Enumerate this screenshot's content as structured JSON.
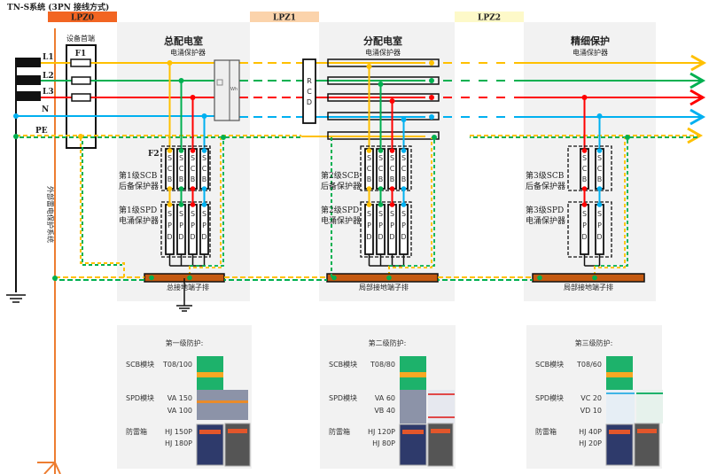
{
  "title": "TN-S系统  (3PN 接线方式)",
  "zones": [
    {
      "label": "LPZ0",
      "color": "#f26522"
    },
    {
      "label": "LPZ1",
      "color": "#fbd3ab"
    },
    {
      "label": "LPZ2",
      "color": "#fdf9c9"
    }
  ],
  "colors": {
    "L1": "#ffc000",
    "L2": "#00b050",
    "L3": "#ff0000",
    "N": "#00b0f0",
    "PE_a": "#ffc000",
    "PE_b": "#00b050",
    "ground_bar": "#c55a11",
    "panel": "#f2f2f2",
    "lightning": "#ed7d31"
  },
  "lines": [
    "L1",
    "L2",
    "L3",
    "N",
    "PE"
  ],
  "left": {
    "equipment_head": "设备首端",
    "fuse": "F1",
    "external_lightning": "外部雷电保护系统"
  },
  "stage1": {
    "title": "总配电室",
    "subtitle": "电涌保护器",
    "fuse": "F2",
    "scb_label": [
      "第1级SCB",
      "后备保护器"
    ],
    "spd_label": [
      "第1级SPD",
      "电涌保护器"
    ],
    "ground_bar": "总接地端子排"
  },
  "rcd": [
    "R",
    "C",
    "D"
  ],
  "stage2": {
    "title": "分配电室",
    "subtitle": "电涌保护器",
    "scb_label": [
      "第2级SCB",
      "后备保护器"
    ],
    "spd_label": [
      "第2级SPD",
      "电涌保护器"
    ],
    "ground_bar": "局部接地端子排"
  },
  "stage3": {
    "title": "精细保护",
    "subtitle": "电涌保护器",
    "scb_label": [
      "第3级SCB",
      "后备保护器"
    ],
    "spd_label": [
      "第3级SPD",
      "电涌保护器"
    ],
    "ground_bar": "局部接地端子排"
  },
  "module_letters": {
    "scb": [
      "S",
      "C",
      "B"
    ],
    "spd": [
      "S",
      "P",
      "D"
    ]
  },
  "products": [
    {
      "title": "第一级防护:",
      "scb_label": "SCB模块",
      "scb": "T08/100",
      "spd_label": "SPD模块",
      "spd": [
        "VA 150",
        "VA 100"
      ],
      "box_label": "防雷箱",
      "box": [
        "HJ 150P",
        "HJ 180P"
      ]
    },
    {
      "title": "第二级防护:",
      "scb_label": "SCB模块",
      "scb": "T08/80",
      "spd_label": "SPD模块",
      "spd": [
        "VA 60",
        "VB 40"
      ],
      "box_label": "防雷箱",
      "box": [
        "HJ 120P",
        "HJ 80P"
      ]
    },
    {
      "title": "第三级防护:",
      "scb_label": "SCB模块",
      "scb": "T08/60",
      "spd_label": "SPD模块",
      "spd": [
        "VC 20",
        "VD 10"
      ],
      "box_label": "防雷箱",
      "box": [
        "HJ 40P",
        "HJ 20P"
      ]
    }
  ]
}
